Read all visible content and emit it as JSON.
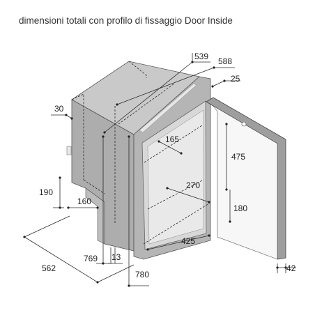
{
  "caption": "dimensioni totali con profilo di fissaggio Door Inside",
  "colors": {
    "body_top": "#c9c9c9",
    "body_side": "#adadad",
    "body_front": "#b8b8b8",
    "frame": "#9c9c9c",
    "door": "#f4f4f4"
  },
  "dimensions": {
    "d539": "539",
    "d588": "588",
    "d25": "25",
    "d30": "30",
    "d165": "165",
    "d475": "475",
    "d270": "270",
    "d190": "190",
    "d160": "160",
    "d180": "180",
    "d425": "425",
    "d769": "769",
    "d13": "13",
    "d562": "562",
    "d780": "780",
    "d42": "42"
  }
}
